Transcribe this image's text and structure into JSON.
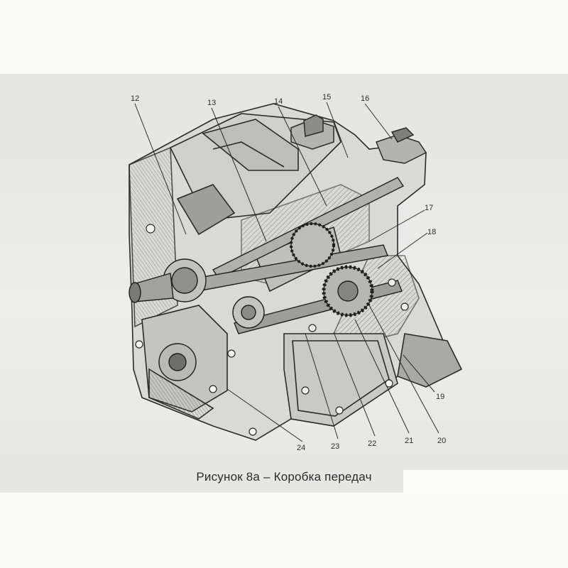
{
  "figure": {
    "caption": "Рисунок 8а – Коробка передач",
    "callouts": [
      "12",
      "13",
      "14",
      "15",
      "16",
      "17",
      "18",
      "19",
      "20",
      "21",
      "22",
      "23",
      "24"
    ],
    "colors": {
      "ink": "#2c2c2c",
      "sheet": "#e8e8e6",
      "page": "#fafaf9"
    }
  }
}
